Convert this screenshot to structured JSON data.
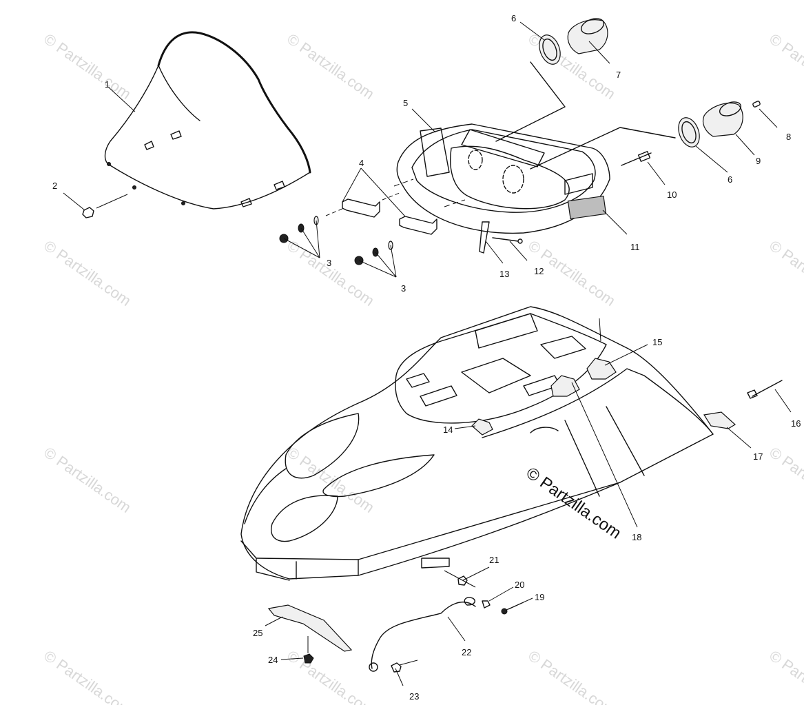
{
  "watermark": {
    "text": "© Partzilla.com",
    "main_text": "© Partzilla.com"
  },
  "callouts": [
    {
      "id": "c1",
      "label": "1"
    },
    {
      "id": "c2",
      "label": "2"
    },
    {
      "id": "c3a",
      "label": "3"
    },
    {
      "id": "c3b",
      "label": "3"
    },
    {
      "id": "c4",
      "label": "4"
    },
    {
      "id": "c5",
      "label": "5"
    },
    {
      "id": "c6a",
      "label": "6"
    },
    {
      "id": "c6b",
      "label": "6"
    },
    {
      "id": "c7",
      "label": "7"
    },
    {
      "id": "c8",
      "label": "8"
    },
    {
      "id": "c9",
      "label": "9"
    },
    {
      "id": "c10",
      "label": "10"
    },
    {
      "id": "c11",
      "label": "11"
    },
    {
      "id": "c12",
      "label": "12"
    },
    {
      "id": "c13",
      "label": "13"
    },
    {
      "id": "c14",
      "label": "14"
    },
    {
      "id": "c15",
      "label": "15"
    },
    {
      "id": "c16",
      "label": "16"
    },
    {
      "id": "c17",
      "label": "17"
    },
    {
      "id": "c18",
      "label": "18"
    },
    {
      "id": "c19",
      "label": "19"
    },
    {
      "id": "c20",
      "label": "20"
    },
    {
      "id": "c21",
      "label": "21"
    },
    {
      "id": "c22",
      "label": "22"
    },
    {
      "id": "c23",
      "label": "23"
    },
    {
      "id": "c24",
      "label": "24"
    },
    {
      "id": "c25",
      "label": "25"
    }
  ]
}
